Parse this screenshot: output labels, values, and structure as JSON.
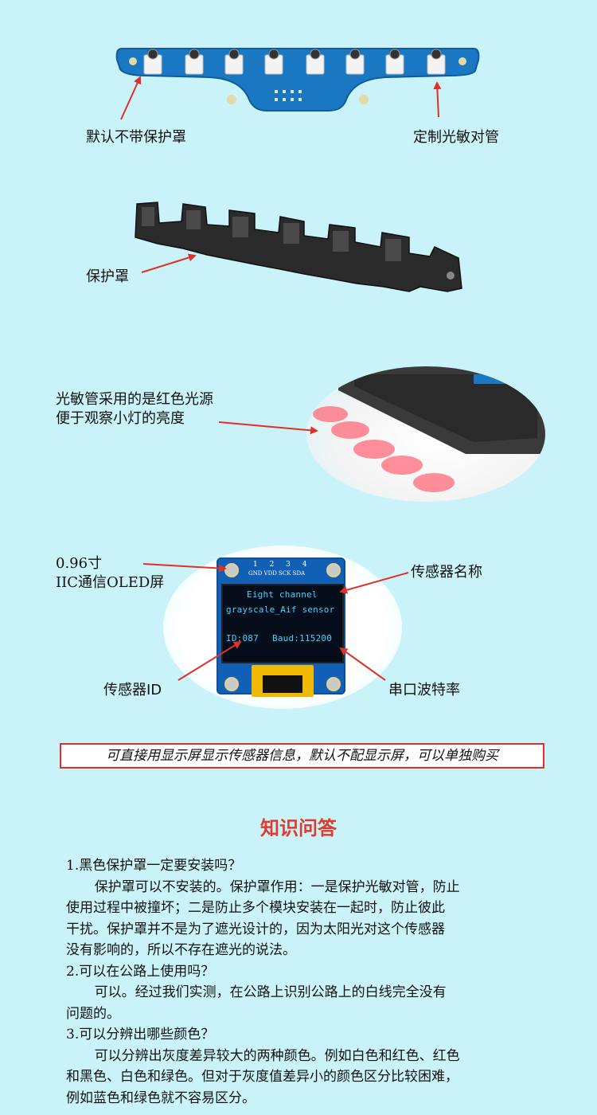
{
  "labels": {
    "no_guard": "默认不带保护罩",
    "custom_tube": "定制光敏对管",
    "guard": "保护罩",
    "red_light_line1": "光敏管采用的是红色光源",
    "red_light_line2": "便于观察小灯的亮度",
    "oled_line1": "0.96寸",
    "oled_line2": "IIC通信OLED屏",
    "sensor_name": "传感器名称",
    "sensor_id": "传感器ID",
    "baud": "串口波特率"
  },
  "oled": {
    "pin_numbers": "1 2 3 4",
    "pin_labels": "GND VDD SCK SDA",
    "line1": "Eight channel",
    "line2": "grayscale_Aif sensor",
    "id_text": "ID:087",
    "baud_text": "Baud:115200"
  },
  "notice": "可直接用显示屏显示传感器信息，默认不配显示屏，可以单独购买",
  "qa": {
    "title": "知识问答",
    "items": [
      {
        "q": "1.黑色保护罩一定要安装吗？",
        "a_lines": [
          "保护罩可以不安装的。保护罩作用：一是保护光敏对管，防止",
          "使用过程中被撞坏；二是防止多个模块安装在一起时，防止彼此",
          "干扰。保护罩并不是为了遮光设计的，因为太阳光对这个传感器",
          "没有影响的，所以不存在遮光的说法。"
        ]
      },
      {
        "q": "2.可以在公路上使用吗？",
        "a_lines": [
          "可以。经过我们实测，在公路上识别公路上的白线完全没有",
          "问题的。"
        ]
      },
      {
        "q": "3.可以分辨出哪些颜色？",
        "a_lines": [
          "可以分辨出灰度差异较大的两种颜色。例如白色和红色、红色",
          "和黑色、白色和绿色。但对于灰度值差异小的颜色区分比较困难，",
          "例如蓝色和绿色就不容易区分。"
        ]
      }
    ]
  },
  "colors": {
    "background": "#c9f3f8",
    "arrow": "#e0302a",
    "qa_title": "#e03a2d",
    "pcb": "#1a78c2",
    "oled_text": "#3bd7ff"
  }
}
